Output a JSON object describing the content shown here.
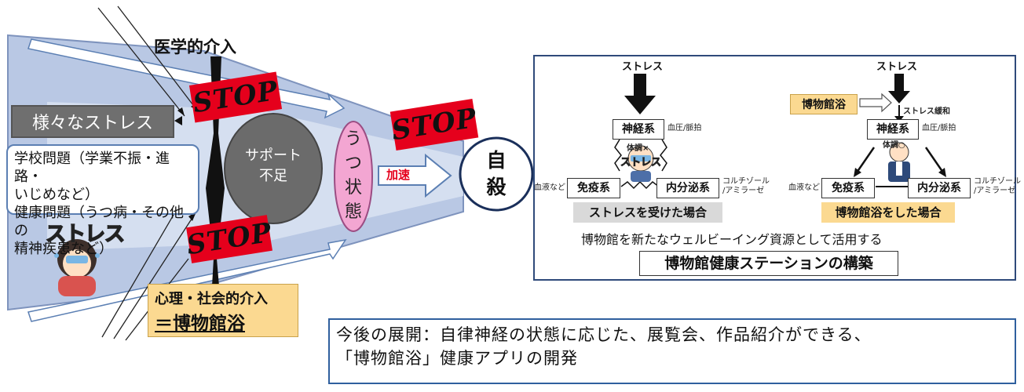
{
  "left": {
    "medical_intervention": "医学的介入",
    "stop_label": "STOP",
    "stress_box": "様々なストレス",
    "causes": [
      "学校問題（学業不振・進路・",
      "いじめなど）",
      "健康問題（うつ病・その他の",
      "精神疾患など）"
    ],
    "sticker_text": "ストレス",
    "support_lack": [
      "サポート",
      "不足"
    ],
    "depression": [
      "う",
      "つ",
      "状",
      "態"
    ],
    "acceleration": "加速",
    "suicide": [
      "自",
      "殺"
    ],
    "psychosocial": "心理・社会的介入",
    "museum_bath": "＝博物館浴",
    "colors": {
      "funnel": "#b9c8e4",
      "stop": "#e5001c",
      "depression": "#f3a6d2",
      "grey": "#6f6f6f",
      "label_bg": "#fbd991"
    }
  },
  "right": {
    "scenario_stress": {
      "stress": "ストレス",
      "nervous": "神経系",
      "bp": "血圧/脈拍",
      "condition": "体調×",
      "sticker": "ストレス",
      "immune": "免疫系",
      "endocrine": "内分泌系",
      "blood": "血液など",
      "cortisol": [
        "コルチゾール",
        "/アミラーゼ"
      ],
      "caption": "ストレスを受けた場合"
    },
    "scenario_museum": {
      "museum_bath": "博物館浴",
      "stress": "ストレス",
      "relief": "ストレス緩和",
      "nervous": "神経系",
      "bp": "血圧/脈拍",
      "condition": "体調○",
      "immune": "免疫系",
      "endocrine": "内分泌系",
      "blood": "血液など",
      "cortisol": [
        "コルチゾール",
        "/アミラーゼ"
      ],
      "caption": "博物館浴をした場合"
    },
    "resource_text": "博物館を新たなウェルビーイング資源として活用する",
    "station": "博物館健康ステーションの構築"
  },
  "future": {
    "line1": "今後の展開：自律神経の状態に応じた、展覧会、作品紹介ができる、",
    "line2": "「博物館浴」健康アプリの開発"
  }
}
